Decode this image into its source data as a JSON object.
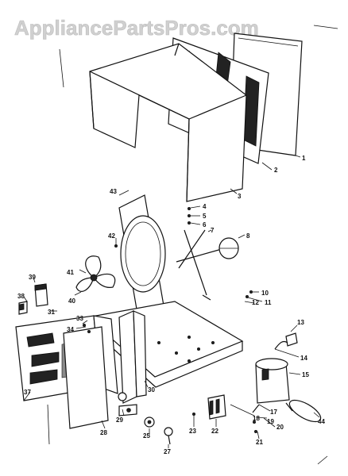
{
  "watermark": "AppliancePartsPros.com",
  "callouts": {
    "n1": "1",
    "n2": "2",
    "n3": "3",
    "n4": "4",
    "n5": "5",
    "n6": "6",
    "n7": "7",
    "n8": "8",
    "n10": "10",
    "n11": "11",
    "n12": "12",
    "n13": "13",
    "n14": "14",
    "n15": "15",
    "n17": "17",
    "n18": "18",
    "n19": "19",
    "n20": "20",
    "n21": "21",
    "n22": "22",
    "n23": "23",
    "n25": "25",
    "n27": "27",
    "n28": "28",
    "n29": "29",
    "n30": "30",
    "n31": "31",
    "n33": "33",
    "n34": "34",
    "n37": "37",
    "n38": "38",
    "n39": "39",
    "n40": "40",
    "n41": "41",
    "n42": "42",
    "n43": "43",
    "n44": "44"
  }
}
